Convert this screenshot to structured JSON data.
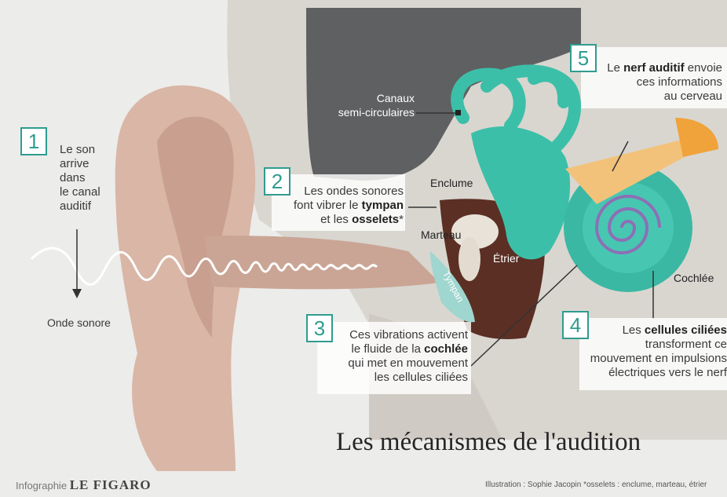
{
  "steps": [
    {
      "number": "1",
      "text": [
        "Le son",
        "arrive",
        "dans",
        "le canal",
        "auditif"
      ]
    },
    {
      "number": "2",
      "line1": "Les ondes sonores",
      "line2_pre": "font vibrer le ",
      "line2_bold": "tympan",
      "line3_pre": "et les ",
      "line3_bold": "osselets",
      "line3_post": "*"
    },
    {
      "number": "3",
      "line1": "Ces vibrations activent",
      "line2_pre": "le fluide de la ",
      "line2_bold": "cochlée",
      "line3": "qui met en mouvement",
      "line4": "les cellules ciliées"
    },
    {
      "number": "4",
      "line1_pre": "Les ",
      "line1_bold": "cellules ciliées",
      "line2": "transforment ce",
      "line3": "mouvement en impulsions",
      "line4": "électriques vers le nerf"
    },
    {
      "number": "5",
      "line1_pre": "Le ",
      "line1_bold": "nerf auditif",
      "line1_post": " envoie",
      "line2": "ces informations",
      "line3": "au cerveau"
    }
  ],
  "anatomy_labels": {
    "canals": [
      "Canaux",
      "semi-circulaires"
    ],
    "enclume": "Enclume",
    "marteau": "Marteau",
    "etrier": "Étrier",
    "tympan": "Tympan",
    "cochlee": "Cochlée",
    "onde": "Onde sonore"
  },
  "title": "Les mécanismes de l'audition",
  "footer": {
    "prefix": "Infographie",
    "brand": "LE FIGARO",
    "credit": "Illustration : Sophie Jacopin   *osselets : enclume, marteau, étrier"
  },
  "colors": {
    "accent": "#2f9c8f",
    "skin": "#d9b6a6",
    "bone": "#d8d5cf",
    "teal": "#3cbfa8",
    "nerve": "#f0a33a",
    "cavity": "#5a5b5d",
    "middle_ear": "#5b2f24"
  }
}
